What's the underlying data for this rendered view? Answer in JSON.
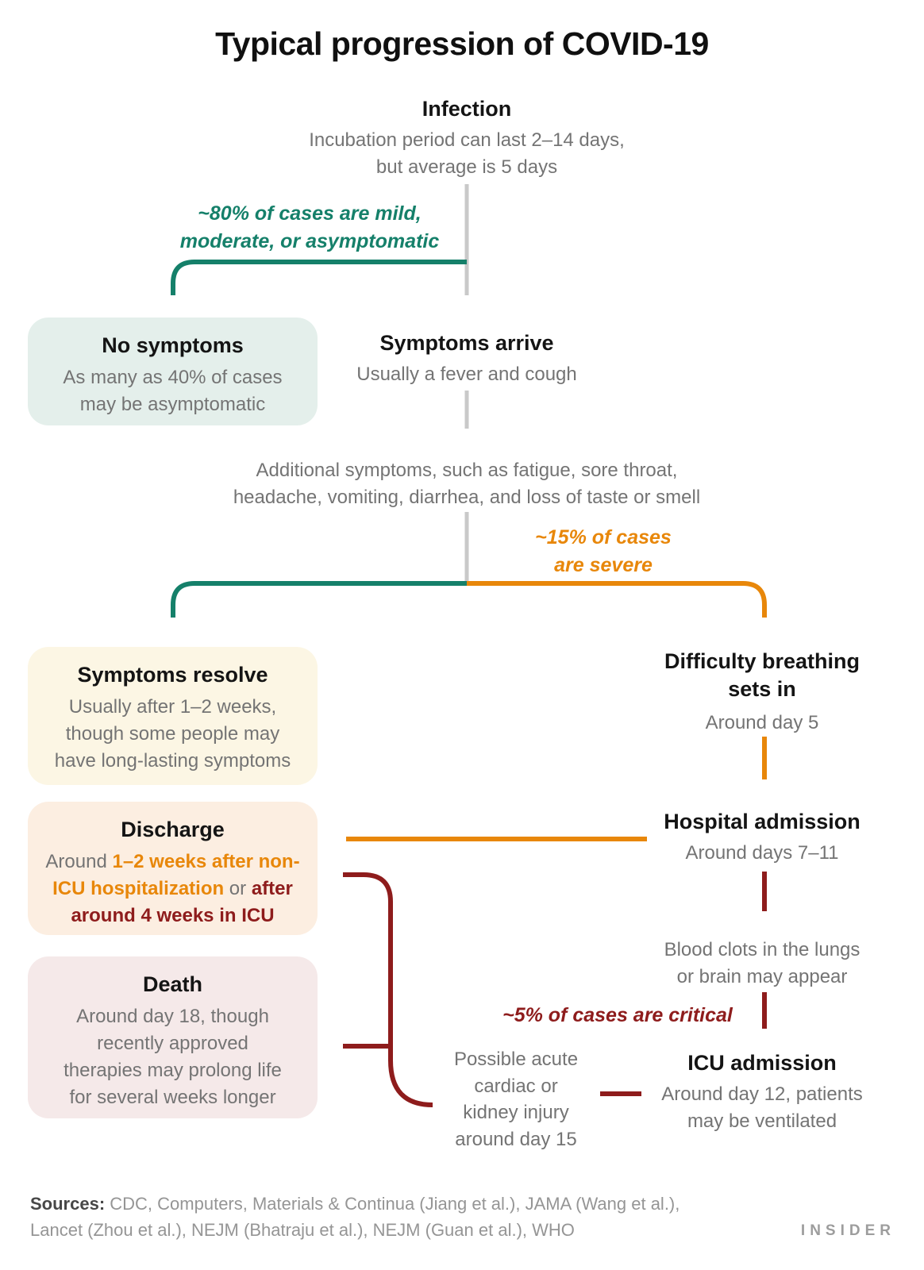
{
  "title": "Typical progression of COVID-19",
  "nodes": {
    "infection": {
      "title": "Infection",
      "desc": "Incubation period can last 2–14 days,\nbut average is 5 days"
    },
    "no_symptoms": {
      "title": "No symptoms",
      "desc": "As many as 40% of cases\nmay be asymptomatic"
    },
    "symptoms_arrive": {
      "title": "Symptoms arrive",
      "desc": "Usually a fever and cough"
    },
    "additional_symptoms": {
      "desc": "Additional symptoms, such as fatigue, sore throat,\nheadache, vomiting, diarrhea, and loss of taste or smell"
    },
    "symptoms_resolve": {
      "title": "Symptoms resolve",
      "desc": "Usually after 1–2 weeks,\nthough some people may\nhave long-lasting symptoms"
    },
    "difficulty_breathing": {
      "title": "Difficulty breathing\nsets in",
      "desc": "Around day 5"
    },
    "hospital_admission": {
      "title": "Hospital admission",
      "desc": "Around days 7–11"
    },
    "discharge": {
      "title": "Discharge",
      "desc_segments": [
        {
          "text": "Around ",
          "class": ""
        },
        {
          "text": "1–2 weeks after non-ICU hospitalization",
          "class": "seg-orange"
        },
        {
          "text": " or ",
          "class": ""
        },
        {
          "text": "after around 4 weeks in ICU",
          "class": "seg-red"
        }
      ]
    },
    "blood_clots": {
      "desc": "Blood clots in the lungs\nor brain may appear"
    },
    "icu_admission": {
      "title": "ICU admission",
      "desc": "Around day 12, patients\nmay be ventilated"
    },
    "cardiac_injury": {
      "desc": "Possible acute\ncardiac or\nkidney injury\naround day 15"
    },
    "death": {
      "title": "Death",
      "desc": "Around day 18, though\nrecently approved\ntherapies may prolong life\nfor several weeks longer"
    }
  },
  "branch_labels": {
    "mild": "~80% of cases are mild,\nmoderate, or asymptomatic",
    "severe": "~15% of cases\nare severe",
    "critical": "~5% of cases are critical"
  },
  "footer": {
    "sources_segments": [
      {
        "text": "Sources:",
        "class": "src-bold"
      },
      {
        "text": " CDC, Computers, Materials & Continua (Jiang et al.), JAMA (Wang et al.),\nLancet (Zhou et al.), NEJM (Bhatraju et al.), NEJM (Guan et al.), WHO",
        "class": ""
      }
    ],
    "brand": "INSIDER"
  },
  "colors": {
    "teal": "#15806a",
    "orange": "#e8870a",
    "dark_red": "#8e1c1c",
    "arrow_gray": "#c9c9c9",
    "text_dark": "#141414",
    "text_gray": "#747474",
    "box_no_symptoms_bg": "#e4efeb",
    "box_symptoms_resolve_bg": "#fcf6e4",
    "box_discharge_bg": "#fceee1",
    "box_death_bg": "#f5e9e9"
  }
}
